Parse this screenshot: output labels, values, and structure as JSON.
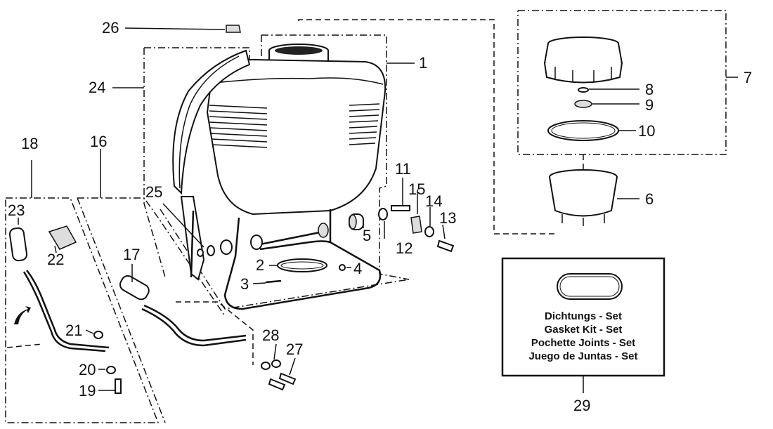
{
  "labels": {
    "p1": "1",
    "p2": "2",
    "p3": "3",
    "p4": "4",
    "p5": "5",
    "p6": "6",
    "p7": "7",
    "p8": "8",
    "p9": "9",
    "p10": "10",
    "p11": "11",
    "p12": "12",
    "p13": "13",
    "p14": "14",
    "p15": "15",
    "p16": "16",
    "p17": "17",
    "p18": "18",
    "p19": "19",
    "p20": "20",
    "p21": "21",
    "p22": "22",
    "p23": "23",
    "p24": "24",
    "p25": "25",
    "p26": "26",
    "p27": "27",
    "p28": "28",
    "p29": "29"
  },
  "gasket_kit": {
    "line1": "Dichtungs - Set",
    "line2": "Gasket Kit - Set",
    "line3": "Pochette Joints - Set",
    "line4": "Juego de Juntas - Set"
  }
}
